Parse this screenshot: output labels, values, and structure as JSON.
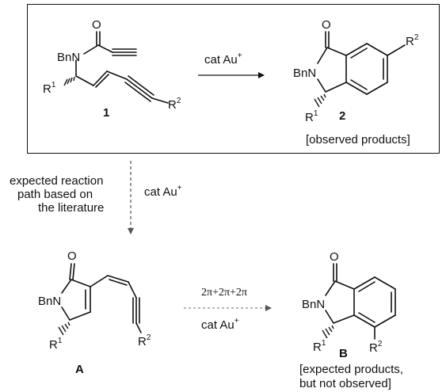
{
  "reaction_top": {
    "reagent": "cat Au",
    "reagent_sup": "+",
    "caption": "[observed products]"
  },
  "compound_1": {
    "label": "1",
    "n_group": "BnN",
    "oxygen": "O",
    "r1": "R",
    "r1_sup": "1",
    "r2": "R",
    "r2_sup": "2"
  },
  "compound_2": {
    "label": "2",
    "n_group": "BnN",
    "oxygen": "O",
    "r1": "R",
    "r1_sup": "1",
    "r2": "R",
    "r2_sup": "2"
  },
  "expected_path": {
    "line1": "expected reaction",
    "line2": "path based on",
    "line3": "the literature",
    "reagent": "cat Au",
    "reagent_sup": "+"
  },
  "compound_A": {
    "label": "A",
    "n_group": "BnN",
    "oxygen": "O",
    "r1": "R",
    "r1_sup": "1",
    "r2": "R",
    "r2_sup": "2"
  },
  "reaction_bottom": {
    "cycloaddition": "2π+2π+2π",
    "reagent": "cat Au",
    "reagent_sup": "+"
  },
  "compound_B": {
    "label": "B",
    "n_group": "BnN",
    "oxygen": "O",
    "r1": "R",
    "r1_sup": "1",
    "r2": "R",
    "r2_sup": "2",
    "caption_line1": "[expected products,",
    "caption_line2": "but not observed]"
  }
}
